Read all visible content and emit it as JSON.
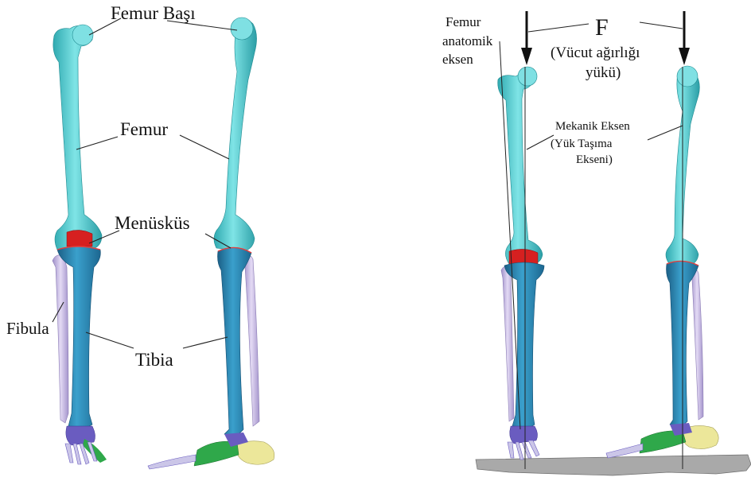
{
  "left_panel": {
    "labels": {
      "femur_head": "Femur Başı",
      "femur": "Femur",
      "meniscus": "Menüsküs",
      "fibula": "Fibula",
      "tibia": "Tibia"
    }
  },
  "right_panel": {
    "labels": {
      "anatomic_axis": [
        "Femur",
        "anatomik",
        "eksen"
      ],
      "force": "F",
      "force_note": [
        "(Vücut ağırlığı",
        "yükü)"
      ],
      "mechanical_axis": [
        "Mekanik Eksen",
        "(Yük Taşıma",
        "Ekseni)"
      ]
    }
  },
  "colors": {
    "femur": "#5fd1d6",
    "tibia": "#2a8cb8",
    "fibula": "#c8b8e6",
    "meniscus": "#d62020",
    "foot_yellow": "#ece79a",
    "foot_green": "#2fa84a",
    "foot_purple": "#6a5cc0",
    "ground": "#a9a9a9"
  }
}
